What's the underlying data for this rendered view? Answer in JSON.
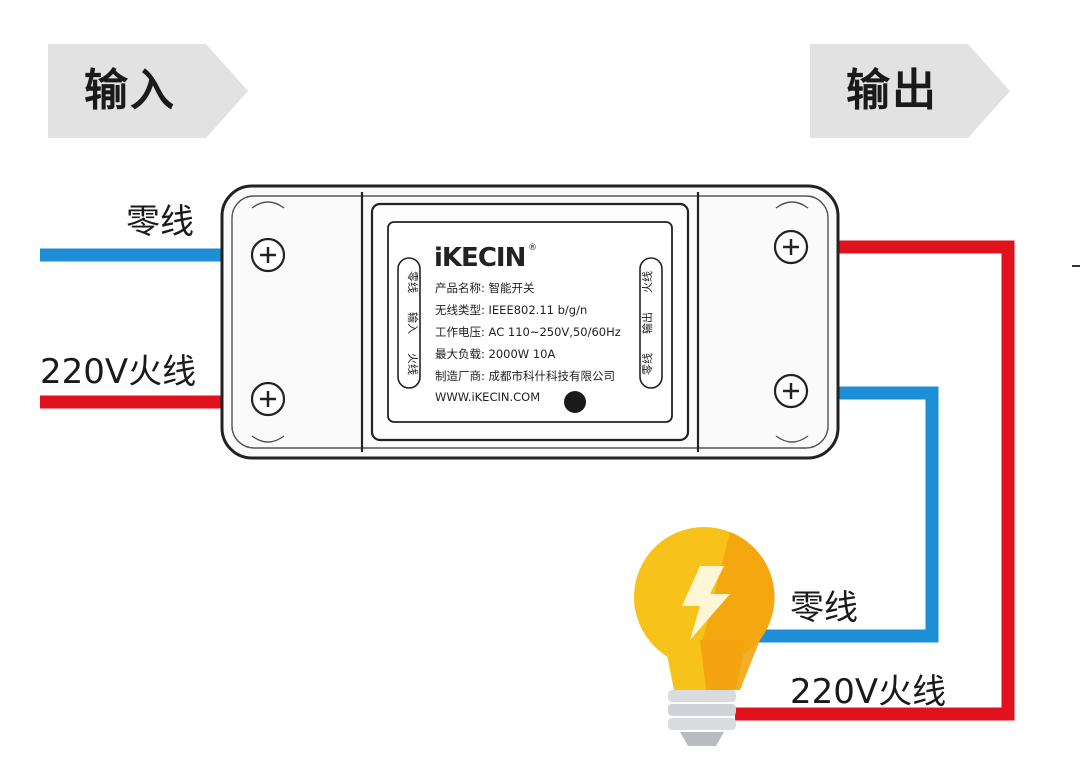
{
  "banners": {
    "input": "输入",
    "output": "输出"
  },
  "wires": {
    "input_neutral": "零线",
    "input_live": "220V火线",
    "output_neutral": "零线",
    "output_live": "220V火线"
  },
  "device": {
    "brand": "iKECIN",
    "registered_mark": "®",
    "spec_lines": [
      "产品名称: 智能开关",
      "无线类型: IEEE802.11 b/g/n",
      "工作电压: AC 110~250V,50/60Hz",
      "最大负载: 2000W  10A",
      "制造厂商: 成都市科什科技有限公司",
      "WWW.iKECIN.COM"
    ],
    "left_terminal_labels": [
      "零线",
      "输入",
      "火线"
    ],
    "right_terminal_labels": [
      "火线",
      "输出",
      "零线"
    ]
  },
  "colors": {
    "neutral_wire": "#1e8fd6",
    "live_wire": "#e0121e",
    "banner_bg": "#e2e2e2",
    "bulb_glass": "#f7c21a",
    "bulb_glass_shade": "#f4a40f",
    "bulb_base": "#cfd2d6"
  },
  "icons": {
    "terminal_screw": "plus-screw-icon",
    "bulb": "light-bulb-icon",
    "bolt": "lightning-bolt-icon"
  }
}
